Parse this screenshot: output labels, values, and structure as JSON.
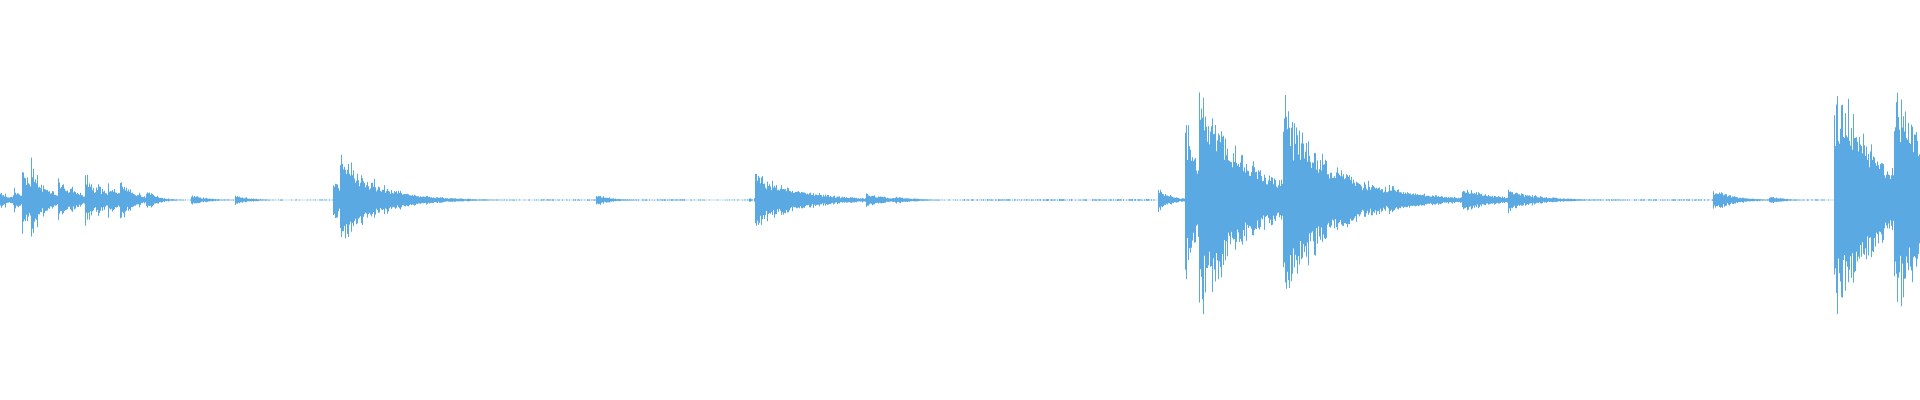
{
  "waveform": {
    "color": "#5aa9e2",
    "background": "#ffffff",
    "position_fraction": [
      0.0,
      1.0
    ],
    "transients": [
      {
        "t": 0.0,
        "amp": 0.05,
        "decay": 0.004
      },
      {
        "t": 0.007,
        "amp": 0.06,
        "decay": 0.004
      },
      {
        "t": 0.011,
        "amp": 0.18,
        "decay": 0.006
      },
      {
        "t": 0.016,
        "amp": 0.22,
        "decay": 0.006
      },
      {
        "t": 0.022,
        "amp": 0.1,
        "decay": 0.006
      },
      {
        "t": 0.03,
        "amp": 0.12,
        "decay": 0.006
      },
      {
        "t": 0.036,
        "amp": 0.08,
        "decay": 0.006
      },
      {
        "t": 0.044,
        "amp": 0.14,
        "decay": 0.006
      },
      {
        "t": 0.05,
        "amp": 0.1,
        "decay": 0.006
      },
      {
        "t": 0.056,
        "amp": 0.09,
        "decay": 0.006
      },
      {
        "t": 0.062,
        "amp": 0.12,
        "decay": 0.006
      },
      {
        "t": 0.076,
        "amp": 0.05,
        "decay": 0.006
      },
      {
        "t": 0.099,
        "amp": 0.03,
        "decay": 0.008
      },
      {
        "t": 0.122,
        "amp": 0.025,
        "decay": 0.008
      },
      {
        "t": 0.173,
        "amp": 0.12,
        "decay": 0.006
      },
      {
        "t": 0.177,
        "amp": 0.25,
        "decay": 0.018
      },
      {
        "t": 0.31,
        "amp": 0.03,
        "decay": 0.008
      },
      {
        "t": 0.393,
        "amp": 0.14,
        "decay": 0.022
      },
      {
        "t": 0.434,
        "amp": 0.015,
        "decay": 0.005
      },
      {
        "t": 0.451,
        "amp": 0.035,
        "decay": 0.012
      },
      {
        "t": 0.466,
        "amp": 0.02,
        "decay": 0.01
      },
      {
        "t": 0.603,
        "amp": 0.07,
        "decay": 0.006
      },
      {
        "t": 0.617,
        "amp": 0.4,
        "decay": 0.01
      },
      {
        "t": 0.624,
        "amp": 0.62,
        "decay": 0.024
      },
      {
        "t": 0.668,
        "amp": 0.5,
        "decay": 0.026
      },
      {
        "t": 0.723,
        "amp": 0.08,
        "decay": 0.015
      },
      {
        "t": 0.761,
        "amp": 0.07,
        "decay": 0.015
      },
      {
        "t": 0.785,
        "amp": 0.06,
        "decay": 0.015
      },
      {
        "t": 0.892,
        "amp": 0.06,
        "decay": 0.01
      },
      {
        "t": 0.921,
        "amp": 0.02,
        "decay": 0.008
      },
      {
        "t": 0.955,
        "amp": 0.58,
        "decay": 0.02
      },
      {
        "t": 0.961,
        "amp": 0.5,
        "decay": 0.018
      },
      {
        "t": 0.969,
        "amp": 0.38,
        "decay": 0.02
      },
      {
        "t": 0.986,
        "amp": 0.55,
        "decay": 0.03
      }
    ],
    "noise_bursts": [
      {
        "from": 0.0,
        "to": 0.08,
        "amp": 0.035
      },
      {
        "from": 0.28,
        "to": 0.36,
        "amp": 0.004
      },
      {
        "from": 0.39,
        "to": 0.47,
        "amp": 0.008
      },
      {
        "from": 0.5,
        "to": 0.6,
        "amp": 0.005
      },
      {
        "from": 0.83,
        "to": 0.95,
        "amp": 0.004
      },
      {
        "from": 0.955,
        "to": 1.0,
        "amp": 0.1
      }
    ]
  }
}
